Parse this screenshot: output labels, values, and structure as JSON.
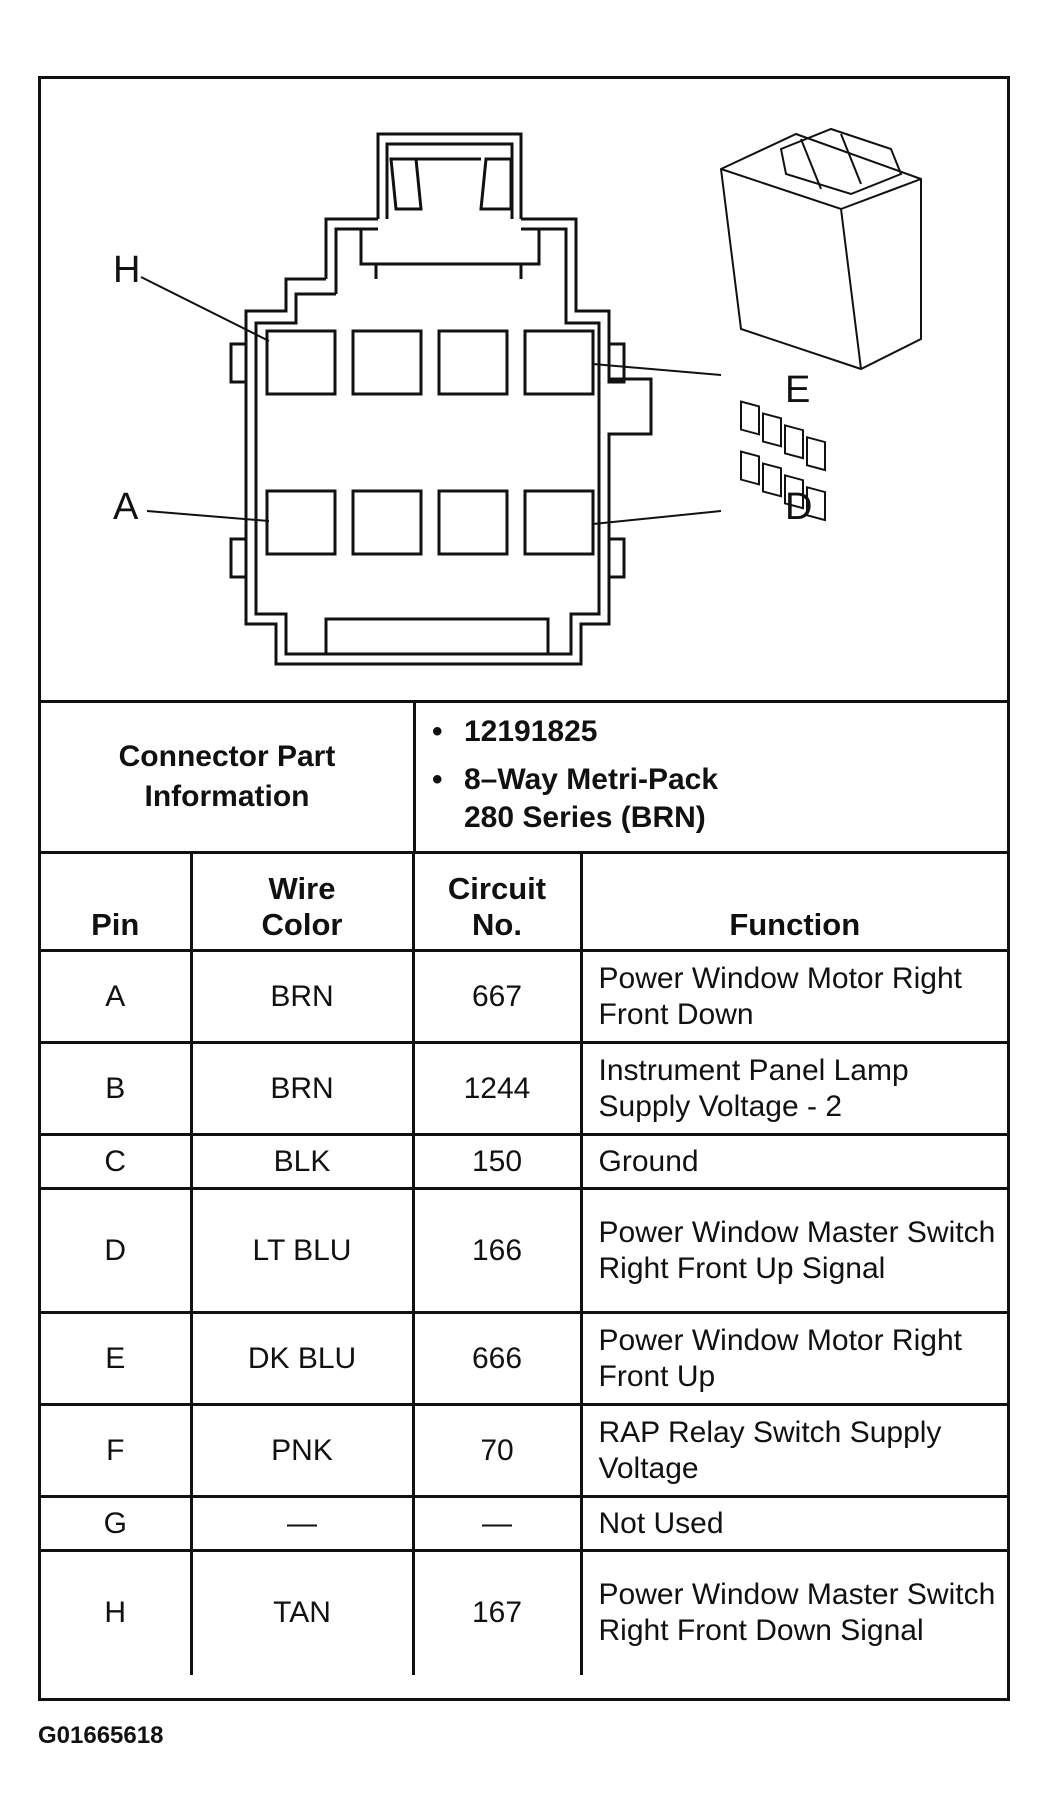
{
  "diagram": {
    "pin_labels": {
      "h": "H",
      "e": "E",
      "a": "A",
      "d": "D"
    }
  },
  "connector_info": {
    "heading": "Connector Part Information",
    "part_number": "12191825",
    "description_line1": "8–Way Metri-Pack",
    "description_line2": "280 Series (BRN)"
  },
  "table": {
    "headers": {
      "pin": "Pin",
      "wire_color": "Wire Color",
      "circuit_no": "Circuit No.",
      "function": "Function"
    },
    "rows": [
      {
        "pin": "A",
        "wire_color": "BRN",
        "circuit_no": "667",
        "function": "Power Window Motor Right Front Down"
      },
      {
        "pin": "B",
        "wire_color": "BRN",
        "circuit_no": "1244",
        "function": "Instrument Panel Lamp Supply Voltage - 2"
      },
      {
        "pin": "C",
        "wire_color": "BLK",
        "circuit_no": "150",
        "function": "Ground"
      },
      {
        "pin": "D",
        "wire_color": "LT BLU",
        "circuit_no": "166",
        "function": "Power Window Master Switch Right Front Up Signal"
      },
      {
        "pin": "E",
        "wire_color": "DK BLU",
        "circuit_no": "666",
        "function": "Power Window Motor Right Front Up"
      },
      {
        "pin": "F",
        "wire_color": "PNK",
        "circuit_no": "70",
        "function": "RAP Relay Switch Supply Voltage"
      },
      {
        "pin": "G",
        "wire_color": "—",
        "circuit_no": "—",
        "function": "Not Used"
      },
      {
        "pin": "H",
        "wire_color": "TAN",
        "circuit_no": "167",
        "function": "Power Window Master Switch Right Front Down Signal"
      }
    ]
  },
  "figure_id": "G01665618"
}
